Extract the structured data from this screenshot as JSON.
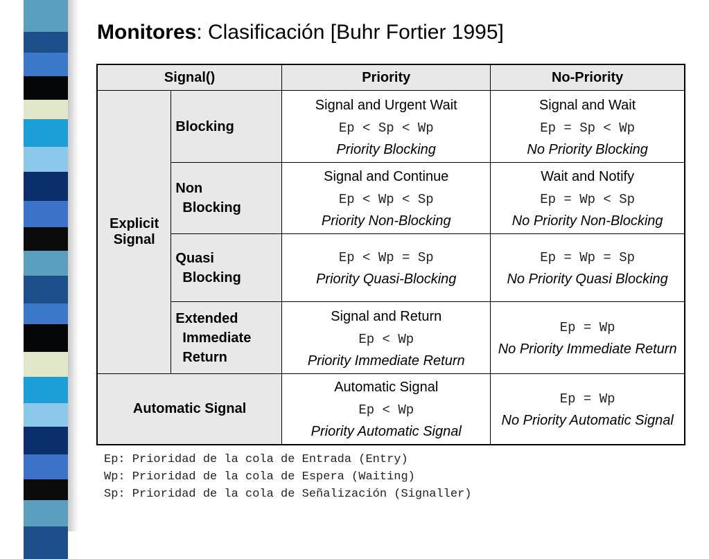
{
  "slide": {
    "title_bold": "Monitores",
    "title_rest": ": Clasificación [Buhr  Fortier 1995]"
  },
  "table": {
    "headers": [
      "Signal()",
      "Priority",
      "No-Priority"
    ],
    "explicit_label": [
      "Explicit",
      "Signal"
    ],
    "rows": [
      {
        "label": [
          "Blocking"
        ],
        "priority": {
          "name": "Signal and Urgent Wait",
          "code": "Ep < Sp < Wp",
          "desc": "Priority Blocking"
        },
        "no_priority": {
          "name": "Signal and Wait",
          "code": "Ep = Sp < Wp",
          "desc": "No Priority Blocking"
        }
      },
      {
        "label": [
          "Non",
          "Blocking"
        ],
        "priority": {
          "name": "Signal and Continue",
          "code": "Ep < Wp < Sp",
          "desc": "Priority Non-Blocking"
        },
        "no_priority": {
          "name": "Wait and Notify",
          "code": "Ep = Wp < Sp",
          "desc": "No Priority Non-Blocking"
        }
      },
      {
        "label": [
          "Quasi",
          "Blocking"
        ],
        "priority": {
          "name": "",
          "code": "Ep < Wp = Sp",
          "desc": "Priority Quasi-Blocking"
        },
        "no_priority": {
          "name": "",
          "code": "Ep = Wp = Sp",
          "desc": "No Priority Quasi Blocking"
        }
      },
      {
        "label": [
          "Extended",
          "Immediate",
          "Return"
        ],
        "priority": {
          "name": "Signal and Return",
          "code": "Ep < Wp",
          "desc": "Priority Immediate Return"
        },
        "no_priority": {
          "name": "",
          "code": "Ep = Wp",
          "desc": "No Priority Immediate Return"
        }
      }
    ],
    "automatic": {
      "label": "Automatic Signal",
      "priority": {
        "name": "Automatic Signal",
        "code": "Ep < Wp",
        "desc": "Priority Automatic Signal"
      },
      "no_priority": {
        "name": "",
        "code": "Ep = Wp",
        "desc": "No Priority Automatic Signal"
      }
    }
  },
  "legend": [
    "Ep: Prioridad de la cola de Entrada (Entry)",
    "Wp: Prioridad de la cola de Espera (Waiting)",
    "Sp: Prioridad de la cola de Señalización (Signaller)"
  ],
  "colors": {
    "strip": [
      "#5aa0be",
      "#1c4f8a",
      "#3a78c9",
      "#05060a",
      "#e0e6c8",
      "#1c9fd6",
      "#8cc8ea",
      "#0a2f6a",
      "#3a73c8",
      "#0b0b0b"
    ],
    "header_bg": "#e8e8e8"
  }
}
